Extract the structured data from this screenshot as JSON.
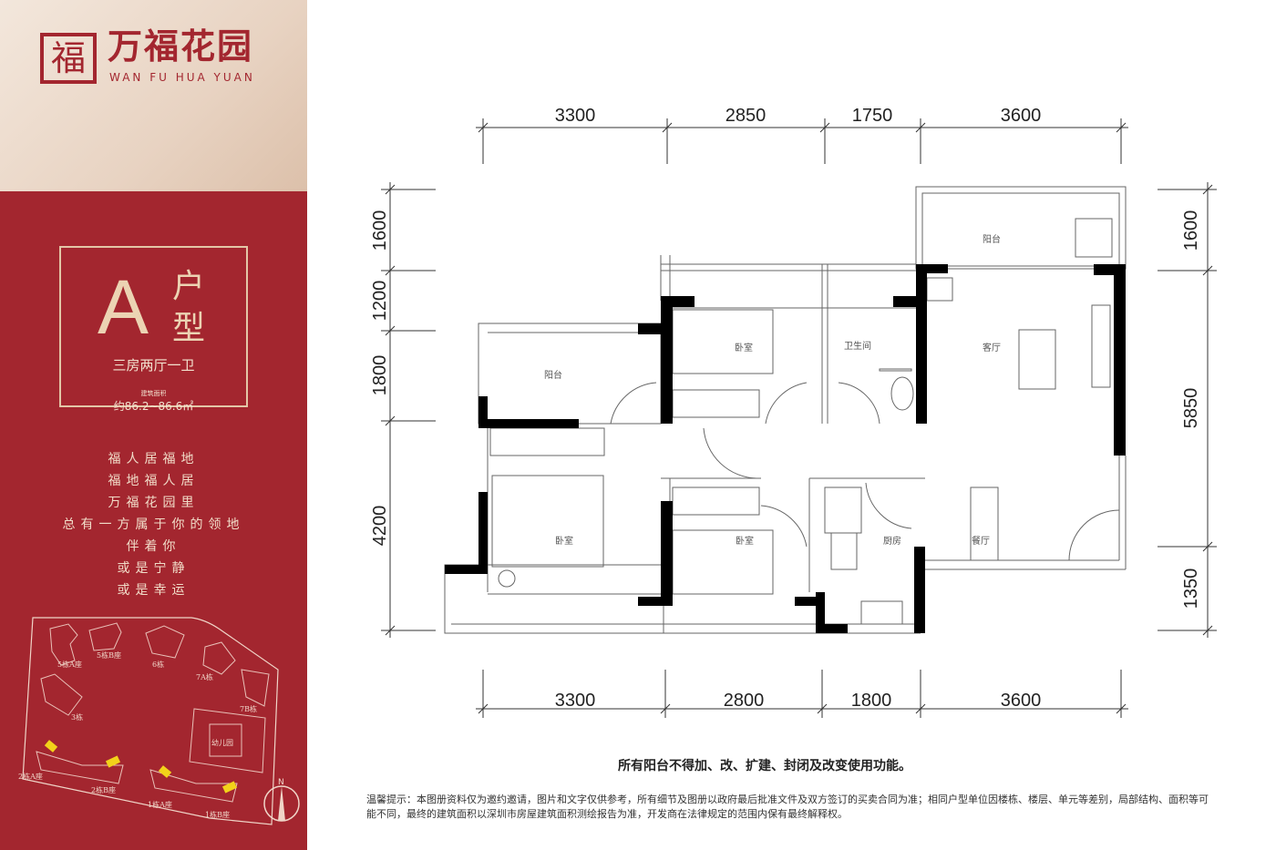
{
  "brand": {
    "logo_char": "福",
    "name_cn": "万福花园",
    "name_en": "WAN FU HUA YUAN"
  },
  "unit": {
    "letter": "A",
    "hu": "户",
    "xing": "型",
    "layout": "三房两厅一卫",
    "area_label": "建筑面积",
    "area": "约86.2~86.6㎡"
  },
  "slogan": [
    "福人居福地",
    "福地福人居",
    "万福花园里",
    "总有一方属于你的领地",
    "伴着你",
    "或是宁静",
    "或是幸运"
  ],
  "sitemap": {
    "labels": [
      "5栋A座",
      "5栋B座",
      "6栋",
      "7A栋",
      "7B栋",
      "3栋",
      "幼儿园",
      "2栋A座",
      "2栋B座",
      "1栋A座",
      "1栋B座"
    ],
    "north": "N",
    "highlight_color": "#f2d21a"
  },
  "plan": {
    "top_dims": [
      "3300",
      "2850",
      "1750",
      "3600"
    ],
    "bottom_dims": [
      "3300",
      "2800",
      "1800",
      "3600"
    ],
    "left_dims": [
      "1600",
      "1200",
      "1800",
      "4200"
    ],
    "right_dims": [
      "1600",
      "5850",
      "1350"
    ],
    "rooms": {
      "balcony_top": "阳台",
      "balcony_left": "阳台",
      "bedroom1": "卧室",
      "bathroom": "卫生间",
      "living": "客厅",
      "bedroom2": "卧室",
      "bedroom3": "卧室",
      "kitchen": "厨房",
      "dining": "餐厅"
    }
  },
  "notes": {
    "main": "所有阳台不得加、改、扩建、封闭及改变使用功能。",
    "disclaimer": "温馨提示：本图册资料仅为邀约邀请，图片和文字仅供参考，所有细节及图册以政府最后批准文件及双方签订的买卖合同为准；相同户型单位因楼栋、楼层、单元等差别，局部结构、面积等可能不同，最终的建筑面积以深圳市房屋建筑面积测绘报告为准，开发商在法律规定的范围内保有最终解释权。"
  },
  "colors": {
    "brand_red": "#a3262f",
    "gold": "#ecd3b3"
  }
}
